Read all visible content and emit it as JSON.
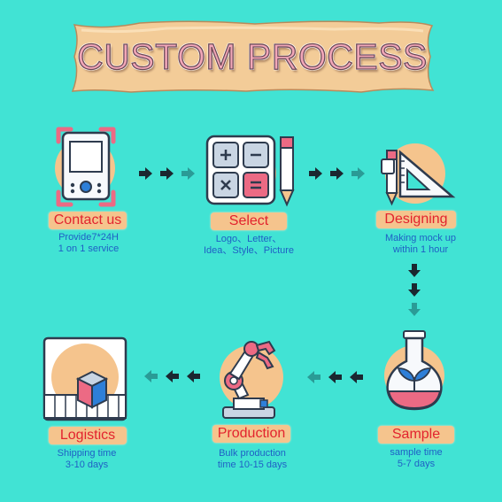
{
  "title": "CUSTOM PROCESS",
  "colors": {
    "background": "#41e3d4",
    "banner": "#f3cc98",
    "label_bg": "#f5c48d",
    "label_text": "#e2232e",
    "desc_text": "#1f5fc5",
    "arrow_dark": "#1b2730",
    "arrow_teal": "#2a9b96"
  },
  "steps": [
    {
      "icon": "handheld-device-icon",
      "label": "Contact us",
      "desc_line1": "Provide7*24H",
      "desc_line2": "1 on 1 service"
    },
    {
      "icon": "calculator-pencil-icon",
      "label": "Select",
      "desc_line1": "Logo、Letter、",
      "desc_line2": "Idea、Style、Picture"
    },
    {
      "icon": "drafting-tools-icon",
      "label": "Designing",
      "desc_line1": "Making mock up",
      "desc_line2": "within 1 hour"
    },
    {
      "icon": "flask-plant-icon",
      "label": "Sample",
      "desc_line1": "sample time",
      "desc_line2": "5-7 days"
    },
    {
      "icon": "robot-arm-icon",
      "label": "Production",
      "desc_line1": "Bulk production",
      "desc_line2": "time 10-15 days"
    },
    {
      "icon": "package-conveyor-icon",
      "label": "Logistics",
      "desc_line1": "Shipping time",
      "desc_line2": "3-10 days"
    }
  ]
}
